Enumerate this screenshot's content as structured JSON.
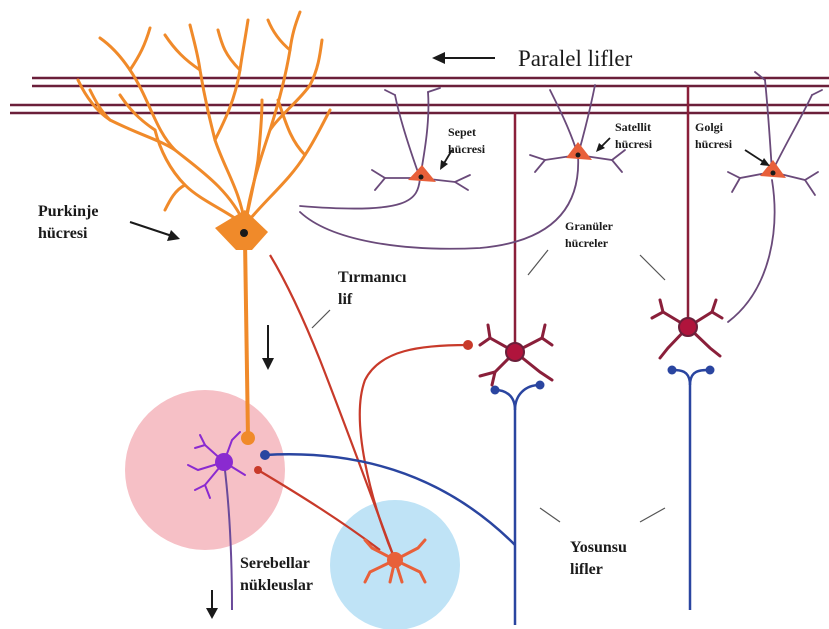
{
  "labels": {
    "parallel_fibers": "Paralel lifler",
    "purkinje_1": "Purkinje",
    "purkinje_2": "hücresi",
    "basket_1": "Sepet",
    "basket_2": "hücresi",
    "stellate_1": "Satellit",
    "stellate_2": "hücresi",
    "golgi_1": "Golgi",
    "golgi_2": "hücresi",
    "granule_1": "Granüler",
    "granule_2": "hücreler",
    "climbing_1": "Tırmanıcı",
    "climbing_2": "lif",
    "mossy_1": "Yosunsu",
    "mossy_2": "lifler",
    "nuclei_1": "Serebellar",
    "nuclei_2": "nükleuslar"
  },
  "colors": {
    "purkinje": "#f08a2a",
    "parallel_fiber": "#6b1f3a",
    "interneuron_body": "#e8603a",
    "interneuron_dendrite": "#6a4a7a",
    "granule": "#8a1f3a",
    "granule_body": "#b0143c",
    "mossy_fiber": "#2a45a0",
    "climbing_fiber": "#c83a2a",
    "deep_nucleus_zone": "#f6c0c6",
    "vestibular_zone": "#bfe3f6",
    "deep_nucleus_neuron": "#8a2ad0"
  }
}
